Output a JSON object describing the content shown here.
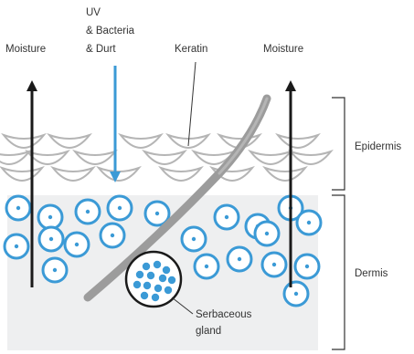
{
  "labels": {
    "moisture_left": "Moisture",
    "uv_line1": "UV",
    "uv_line2": "& Bacteria",
    "uv_line3": "& Durt",
    "keratin": "Keratin",
    "moisture_right": "Moisture",
    "epidermis": "Epidermis",
    "dermis": "Dermis",
    "gland_line1": "Serbaceous",
    "gland_line2": "gland"
  },
  "colors": {
    "dermis_fill": "#eeeff0",
    "cell_ring": "#3b9ad6",
    "scale_stroke": "#b5b5b5",
    "hair": "#9c9c9c",
    "arrow_dark": "#1a1a1a",
    "arrow_blue": "#3b9ad6",
    "text": "#333333",
    "bracket": "#333333"
  }
}
